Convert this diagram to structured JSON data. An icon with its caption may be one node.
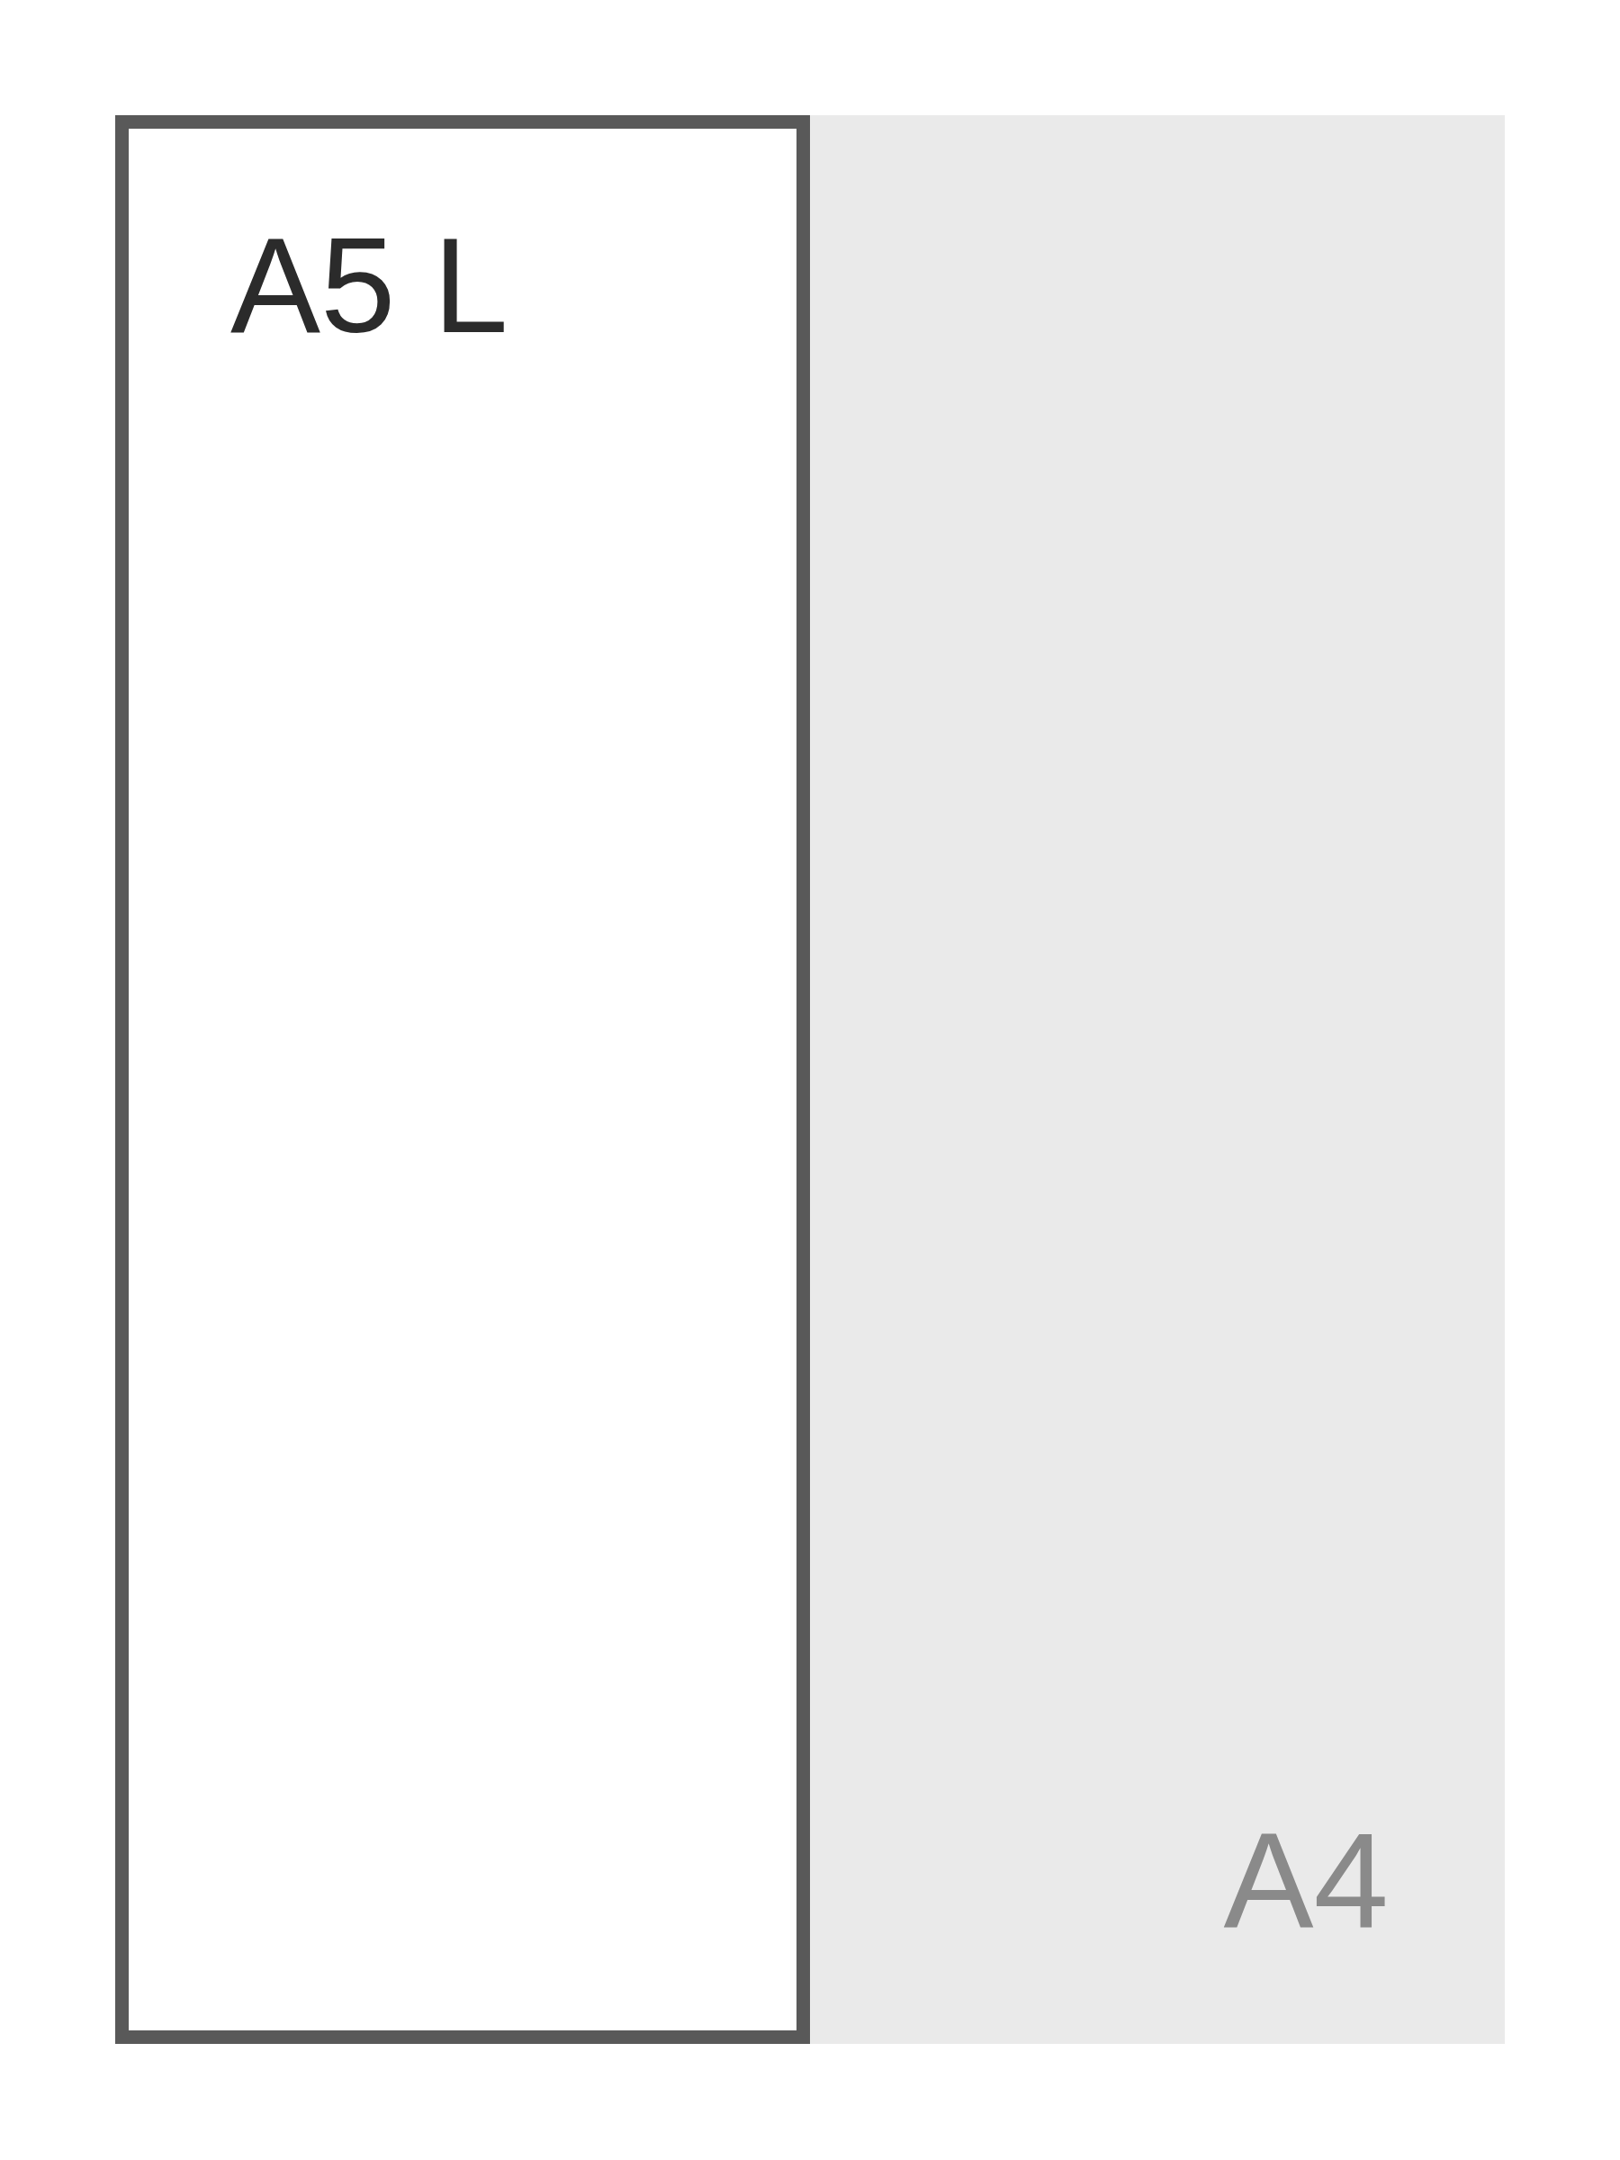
{
  "diagram": {
    "nodes": [
      {
        "text": [
          "A4"
        ]
      },
      {
        "text": [
          "A5 L"
        ],
        "in": 0
      }
    ]
  }
}
